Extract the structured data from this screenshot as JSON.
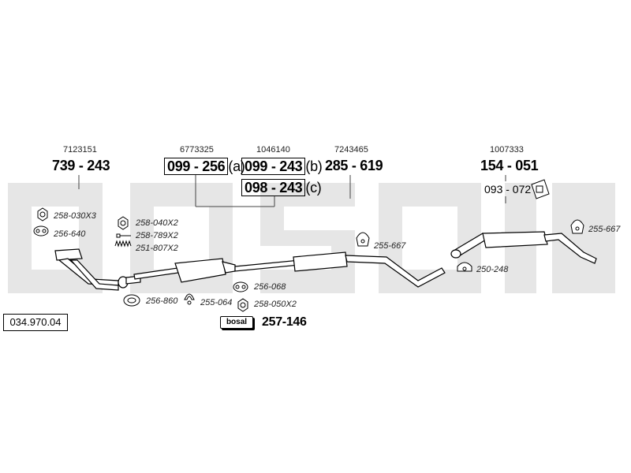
{
  "oem_numbers": {
    "front_pipe": "7123151",
    "catalytic": "6773325",
    "middle_pipe": "1046140",
    "center_silencer": "7243465",
    "rear_silencer": "1007333"
  },
  "part_numbers": {
    "front_pipe": "739 - 243",
    "catalytic_a": "099 - 256",
    "catalytic_a_suffix": "(a)",
    "catalytic_b": "099 - 243",
    "catalytic_b_suffix": "(b)",
    "catalytic_c": "098 - 243",
    "catalytic_c_suffix": "(c)",
    "center_silencer": "285 - 619",
    "rear_silencer": "154 - 051",
    "rear_mount": "093 - 072"
  },
  "accessories": {
    "nut_a": "258-030X3",
    "gasket_a": "256-640",
    "nut_b": "258-040X2",
    "bolt_b": "258-789X2",
    "spring_b": "251-807X2",
    "ring_gasket": "256-860",
    "clamp_a": "255-064",
    "gasket_c": "256-068",
    "nut_c": "258-050X2",
    "hanger_mid": "255-667",
    "clamp_rear": "250-248",
    "hanger_rear": "255-667"
  },
  "mount_kit": "257-146",
  "mount_kit_brand": "bosal",
  "catalog_number": "034.970.04",
  "colors": {
    "watermark": "#e6e6e6",
    "lines": "#000000",
    "label_text": "#222222"
  }
}
